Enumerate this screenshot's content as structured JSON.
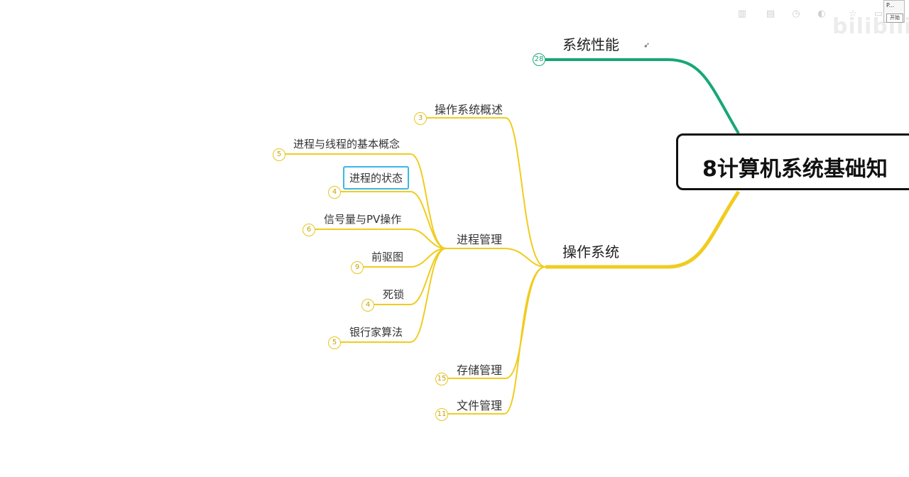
{
  "root": {
    "label": "8计算机系统基础知"
  },
  "branches": {
    "performance": {
      "label": "系统性能",
      "count": "28",
      "color": "#17a777"
    },
    "os": {
      "label": "操作系统",
      "color": "#f0cc1f",
      "children": {
        "overview": {
          "label": "操作系统概述",
          "count": "3"
        },
        "process": {
          "label": "进程管理",
          "leaves": [
            {
              "label": "进程与线程的基本概念",
              "count": "5"
            },
            {
              "label": "进程的状态",
              "count": "4"
            },
            {
              "label": "信号量与PV操作",
              "count": "6"
            },
            {
              "label": "前驱图",
              "count": "9"
            },
            {
              "label": "死锁",
              "count": "4"
            },
            {
              "label": "银行家算法",
              "count": "5"
            }
          ]
        },
        "storage": {
          "label": "存储管理",
          "count": "15"
        },
        "file": {
          "label": "文件管理",
          "count": "11"
        }
      }
    }
  },
  "overlay": {
    "watermark": "bilibili",
    "mini_window_title": "P...",
    "mini_window_button": "开始",
    "toolbar_icons": [
      "barcode-icon",
      "table-icon",
      "clock-icon",
      "contrast-icon",
      "star-icon",
      "window-icon"
    ]
  }
}
